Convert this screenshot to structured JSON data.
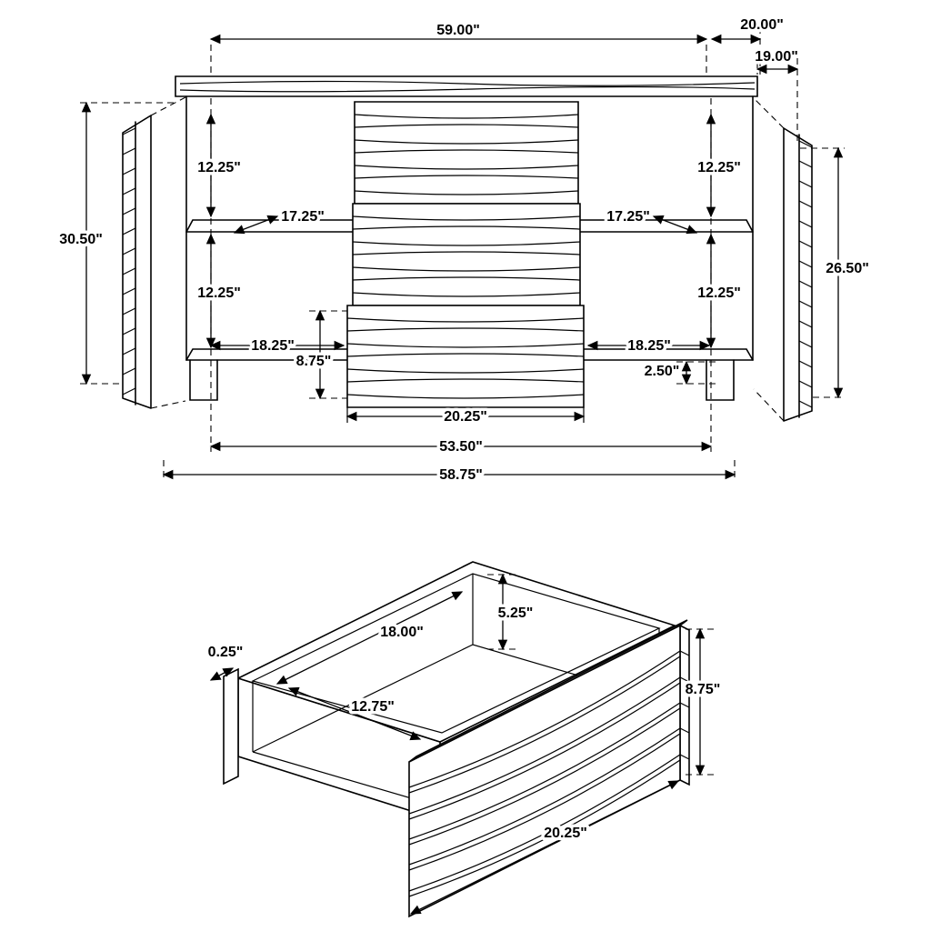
{
  "page": {
    "background": "#ffffff",
    "line_color": "#000000",
    "units": "inches"
  },
  "front_view": {
    "name": "sideboard-front-elevation",
    "dims": {
      "top_width": "59.00\"",
      "top_depth": "20.00\"",
      "body_depth": "19.00\"",
      "overall_height": "30.50\"",
      "upper_left_compartment": "12.25\"",
      "upper_right_compartment": "12.25\"",
      "lower_left_compartment": "12.25\"",
      "lower_right_compartment": "12.25\"",
      "shelf_depth_left": "17.25\"",
      "shelf_depth_right": "17.25\"",
      "right_interior_height": "26.50\"",
      "lower_left_width": "18.25\"",
      "lower_right_width": "18.25\"",
      "drawer_front_height": "8.75\"",
      "base_clearance": "2.50\"",
      "drawer_width": "20.25\"",
      "interior_width": "53.50\"",
      "overall_width": "58.75\""
    }
  },
  "drawer_view": {
    "name": "drawer-isometric-detail",
    "dims": {
      "side_height": "5.25\"",
      "interior_length": "18.00\"",
      "slat_thickness": "0.25\"",
      "interior_width": "12.75\"",
      "front_height": "8.75\"",
      "front_width": "20.25\""
    }
  }
}
